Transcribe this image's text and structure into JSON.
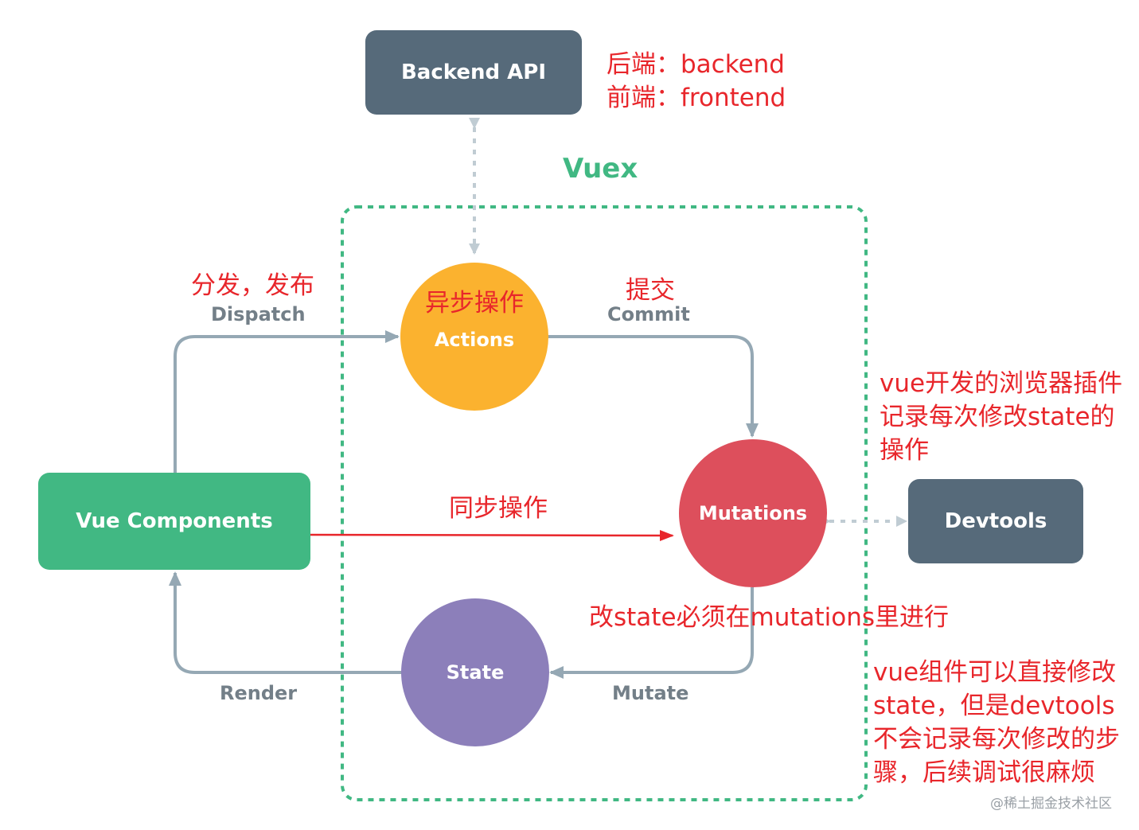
{
  "nodes": {
    "backend_api": "Backend API",
    "vue_components": "Vue Components",
    "actions": "Actions",
    "mutations": "Mutations",
    "state": "State",
    "devtools": "Devtools"
  },
  "container": {
    "title": "Vuex"
  },
  "edges": {
    "dispatch": "Dispatch",
    "commit": "Commit",
    "mutate": "Mutate",
    "render": "Render"
  },
  "annotations": {
    "backend_line1": "后端：backend",
    "backend_line2": "前端：frontend",
    "dispatch_cn": "分发，发布",
    "actions_cn": "异步操作",
    "commit_cn": "提交",
    "sync_op": "同步操作",
    "devtools_note": [
      "vue开发的浏览器插件",
      "记录每次修改state的",
      "操作"
    ],
    "mutations_rule": "改state必须在mutations里进行",
    "direct_modify_note": [
      "vue组件可以直接修改",
      "state，但是devtools",
      "不会记录每次修改的步",
      "骤，后续调试很麻烦"
    ]
  },
  "watermark": "@稀土掘金技术社区",
  "colors": {
    "backend_api": "#566a7a",
    "devtools": "#566a7a",
    "vue_components": "#41b883",
    "actions": "#fbb22f",
    "mutations": "#dd4f5c",
    "state": "#8c7fba",
    "vuex_border": "#41b883",
    "flow_line": "#95a8b4",
    "annotation": "#e8262b"
  },
  "icons": [
    "arrow-head-icon"
  ]
}
